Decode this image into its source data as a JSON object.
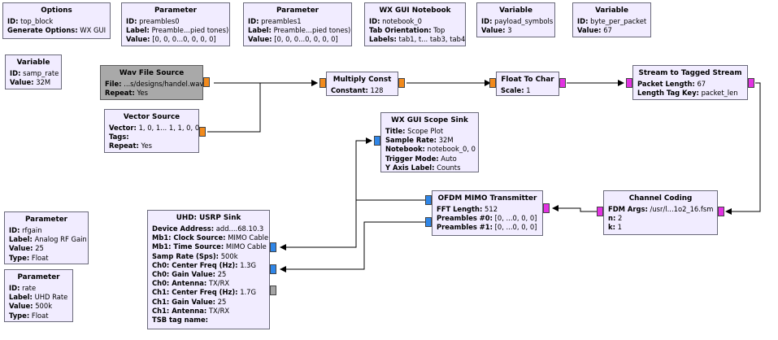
{
  "blocks": {
    "options": {
      "title": "Options",
      "rows": [
        {
          "k": "ID:",
          "v": "top_block"
        },
        {
          "k": "Generate Options:",
          "v": "WX GUI"
        }
      ]
    },
    "param_preambles0": {
      "title": "Parameter",
      "rows": [
        {
          "k": "ID:",
          "v": "preambles0"
        },
        {
          "k": "Label:",
          "v": "Preamble...pied tones)"
        },
        {
          "k": "Value:",
          "v": "[0, 0, 0...0, 0, 0, 0]"
        }
      ]
    },
    "param_preambles1": {
      "title": "Parameter",
      "rows": [
        {
          "k": "ID:",
          "v": "preambles1"
        },
        {
          "k": "Label:",
          "v": "Preamble...pied tones)"
        },
        {
          "k": "Value:",
          "v": "[0, 0, 0...0, 0, 0, 0]"
        }
      ]
    },
    "notebook": {
      "title": "WX GUI Notebook",
      "rows": [
        {
          "k": "ID:",
          "v": "notebook_0"
        },
        {
          "k": "Tab Orientation:",
          "v": "Top"
        },
        {
          "k": "Labels:",
          "v": "tab1, t... tab3, tab4"
        }
      ]
    },
    "var_payload": {
      "title": "Variable",
      "rows": [
        {
          "k": "ID:",
          "v": "payload_symbols"
        },
        {
          "k": "Value:",
          "v": "3"
        }
      ]
    },
    "var_byte": {
      "title": "Variable",
      "rows": [
        {
          "k": "ID:",
          "v": "byte_per_packet"
        },
        {
          "k": "Value:",
          "v": "67"
        }
      ]
    },
    "var_samp": {
      "title": "Variable",
      "rows": [
        {
          "k": "ID:",
          "v": "samp_rate"
        },
        {
          "k": "Value:",
          "v": "32M"
        }
      ]
    },
    "wav_source": {
      "title": "Wav File Source",
      "rows": [
        {
          "k": "File:",
          "v": "...s/designs/handel.wav"
        },
        {
          "k": "Repeat:",
          "v": "Yes"
        }
      ]
    },
    "multiply": {
      "title": "Multiply Const",
      "rows": [
        {
          "k": "Constant:",
          "v": "128"
        }
      ]
    },
    "float_char": {
      "title": "Float To Char",
      "rows": [
        {
          "k": "Scale:",
          "v": "1"
        }
      ]
    },
    "stream_tagged": {
      "title": "Stream to Tagged Stream",
      "rows": [
        {
          "k": "Packet Length:",
          "v": "67"
        },
        {
          "k": "Length Tag Key:",
          "v": "packet_len"
        }
      ]
    },
    "vector_source": {
      "title": "Vector Source",
      "rows": [
        {
          "k": "Vector:",
          "v": "1, 0, 1... 1, 1, 0, 0"
        },
        {
          "k": "Tags:",
          "v": ""
        },
        {
          "k": "Repeat:",
          "v": "Yes"
        }
      ]
    },
    "scope": {
      "title": "WX GUI Scope Sink",
      "rows": [
        {
          "k": "Title:",
          "v": "Scope Plot"
        },
        {
          "k": "Sample Rate:",
          "v": "32M"
        },
        {
          "k": "Notebook:",
          "v": "notebook_0, 0"
        },
        {
          "k": "Trigger Mode:",
          "v": "Auto"
        },
        {
          "k": "Y Axis Label:",
          "v": "Counts"
        }
      ]
    },
    "ofdm": {
      "title": "OFDM MIMO Transmitter",
      "rows": [
        {
          "k": "FFT Length:",
          "v": "512"
        },
        {
          "k": "Preambles #0:",
          "v": "[0, ...0, 0, 0]"
        },
        {
          "k": "Preambles #1:",
          "v": "[0, ...0, 0, 0]"
        }
      ]
    },
    "channel": {
      "title": "Channel Coding",
      "rows": [
        {
          "k": "FDM Args:",
          "v": "/usr/l...1o2_16.fsm"
        },
        {
          "k": "n:",
          "v": "2"
        },
        {
          "k": "k:",
          "v": "1"
        }
      ]
    },
    "uhd": {
      "title": "UHD: USRP Sink",
      "rows": [
        {
          "k": "Device Address:",
          "v": "add....68.10.3"
        },
        {
          "k": "Mb1: Clock Source:",
          "v": "MIMO Cable"
        },
        {
          "k": "Mb1: Time Source:",
          "v": "MIMO Cable"
        },
        {
          "k": "Samp Rate (Sps):",
          "v": "500k"
        },
        {
          "k": "Ch0: Center Freq (Hz):",
          "v": "1.3G"
        },
        {
          "k": "Ch0: Gain Value:",
          "v": "25"
        },
        {
          "k": "Ch0: Antenna:",
          "v": "TX/RX"
        },
        {
          "k": "Ch1: Center Freq (Hz):",
          "v": "1.7G"
        },
        {
          "k": "Ch1: Gain Value:",
          "v": "25"
        },
        {
          "k": "Ch1: Antenna:",
          "v": "TX/RX"
        },
        {
          "k": "TSB tag name:",
          "v": ""
        }
      ]
    },
    "param_rfgain": {
      "title": "Parameter",
      "rows": [
        {
          "k": "ID:",
          "v": "rfgain"
        },
        {
          "k": "Label:",
          "v": "Analog RF Gain"
        },
        {
          "k": "Value:",
          "v": "25"
        },
        {
          "k": "Type:",
          "v": "Float"
        }
      ]
    },
    "param_rate": {
      "title": "Parameter",
      "rows": [
        {
          "k": "ID:",
          "v": "rate"
        },
        {
          "k": "Label:",
          "v": "UHD Rate"
        },
        {
          "k": "Value:",
          "v": "500k"
        },
        {
          "k": "Type:",
          "v": "Float"
        }
      ]
    }
  },
  "colors": {
    "block_bg": "#f1ecff",
    "disabled_bg": "#a9a9a9",
    "port_float": "#f28a1c",
    "port_byte": "#e232e2",
    "port_complex": "#2f86e8",
    "port_message": "#a4a4a4",
    "wire": "#000000"
  }
}
